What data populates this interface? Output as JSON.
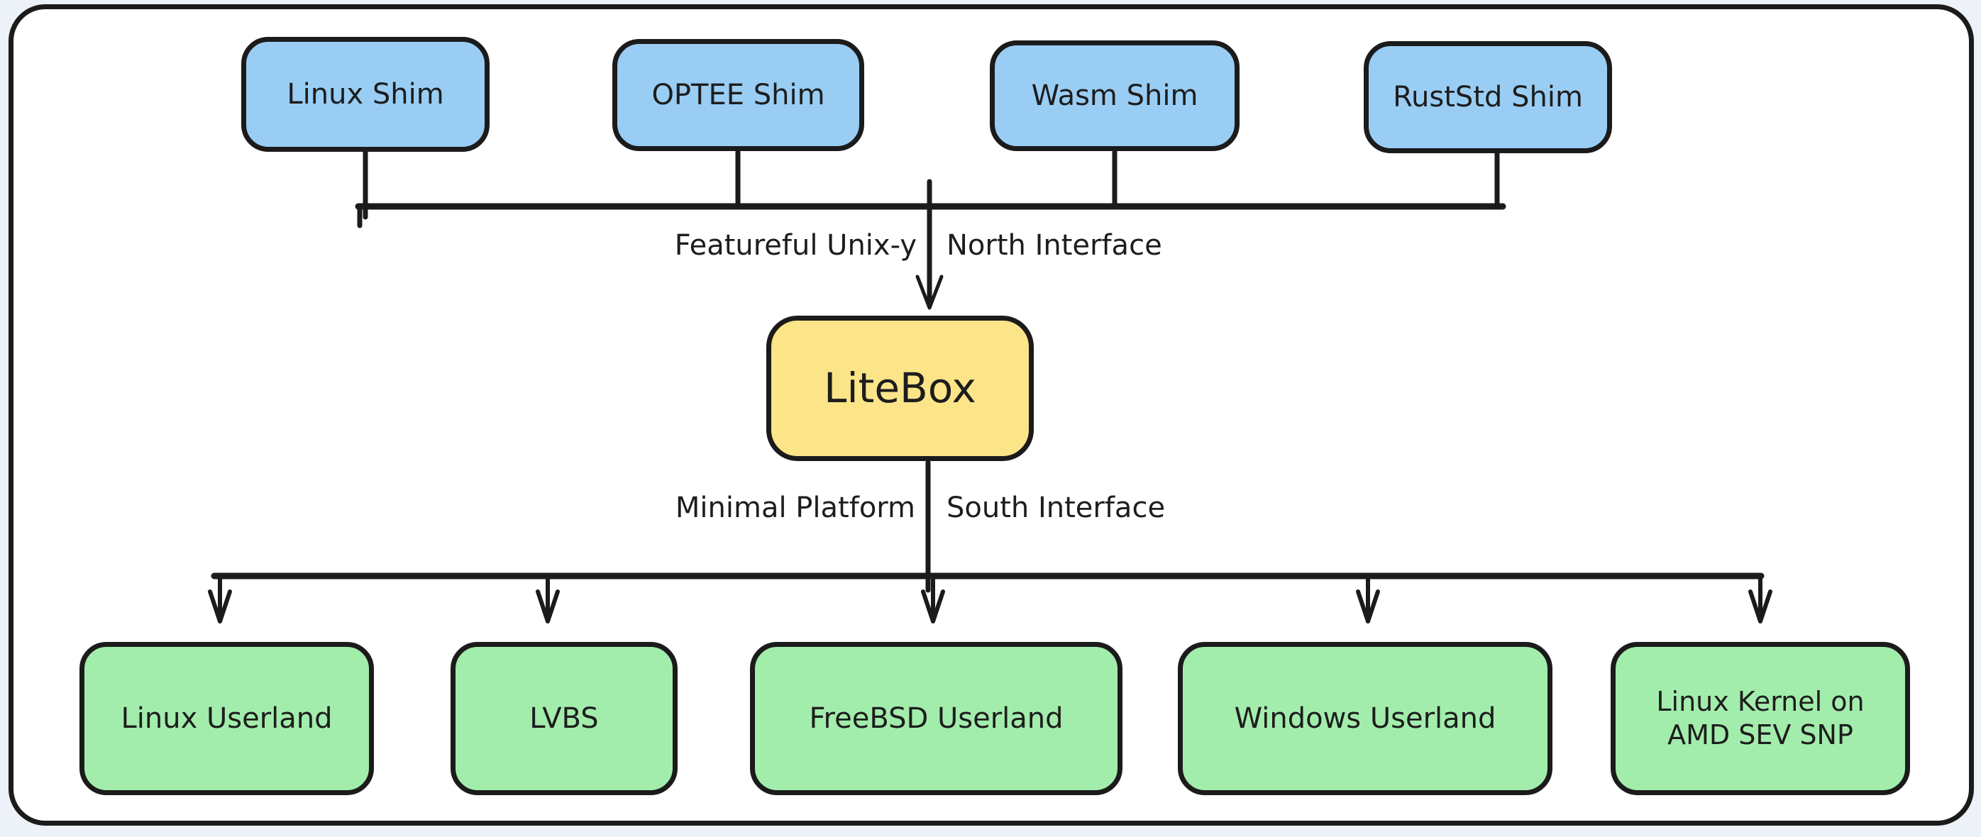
{
  "diagram": {
    "shims": [
      {
        "label": "Linux Shim"
      },
      {
        "label": "OPTEE Shim"
      },
      {
        "label": "Wasm Shim"
      },
      {
        "label": "RustStd Shim"
      }
    ],
    "core": {
      "label": "LiteBox"
    },
    "north_interface": {
      "label_left": "Featureful Unix-y",
      "label_right": "North Interface"
    },
    "south_interface": {
      "label_left": "Minimal Platform",
      "label_right": "South Interface"
    },
    "platforms": [
      {
        "label": "Linux Userland"
      },
      {
        "label": "LVBS"
      },
      {
        "label": "FreeBSD Userland"
      },
      {
        "label": "Windows Userland"
      },
      {
        "label": "Linux Kernel on AMD SEV SNP"
      }
    ],
    "colors": {
      "canvas_background": "#edf1f8",
      "frame_fill": "#ffffff",
      "stroke": "#1b1b1b",
      "shim_fill": "#99cdf4",
      "core_fill": "#fce588",
      "platform_fill": "#a3edac"
    }
  }
}
